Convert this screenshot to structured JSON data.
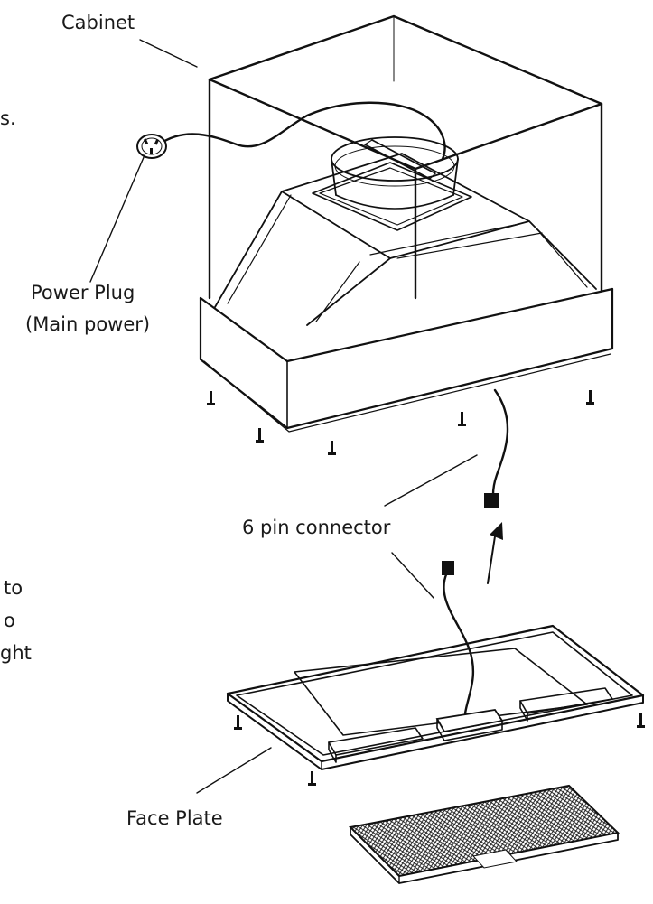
{
  "labels": {
    "cabinet": "Cabinet",
    "power_plug_line1": "Power Plug",
    "power_plug_line2": "(Main power)",
    "connector": "6 pin connector",
    "face_plate": "Face Plate"
  },
  "cropped_text": {
    "top_fragment": "s.",
    "bottom_line1": "to",
    "bottom_line2": "o",
    "bottom_line3": "ght"
  }
}
